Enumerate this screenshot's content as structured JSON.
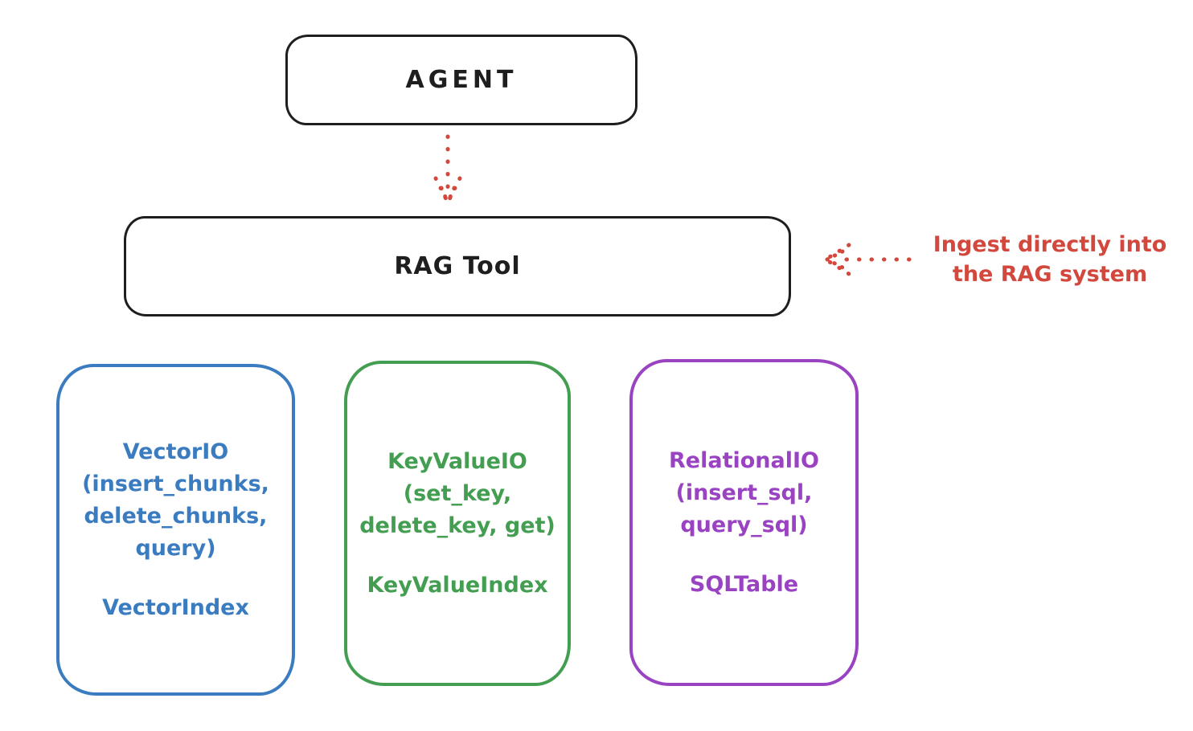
{
  "diagram": {
    "background": "#ffffff",
    "colors": {
      "ink": "#1e1e1e",
      "red": "#d2483d",
      "blue": "#3b7cc0",
      "green": "#449e52",
      "purple": "#9a43c2"
    },
    "agent": {
      "label": "AGENT"
    },
    "rag_tool": {
      "label": "RAG Tool"
    },
    "ingest_note": {
      "lines": [
        "Ingest directly into",
        "the RAG system"
      ],
      "color": "#d2483d"
    },
    "arrows": [
      {
        "name": "agent-to-rag",
        "style": "dotted",
        "direction": "down",
        "color": "#d2483d"
      },
      {
        "name": "ingest-into-rag",
        "style": "dotted",
        "direction": "left",
        "color": "#d2483d"
      }
    ],
    "backends": [
      {
        "methods_lines": [
          "VectorIO",
          "(insert_chunks,",
          "delete_chunks,",
          "query)"
        ],
        "index_label": "VectorIndex",
        "color": "#3b7cc0"
      },
      {
        "methods_lines": [
          "KeyValueIO",
          "(set_key,",
          "delete_key, get)"
        ],
        "index_label": "KeyValueIndex",
        "color": "#449e52"
      },
      {
        "methods_lines": [
          "RelationalIO",
          "(insert_sql,",
          "query_sql)"
        ],
        "index_label": "SQLTable",
        "color": "#9a43c2"
      }
    ]
  }
}
